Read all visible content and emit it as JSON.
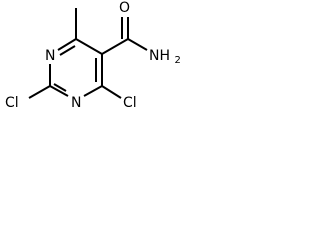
{
  "structure": {
    "atoms": {
      "ring_n_top": "N",
      "ring_n_bottom": "N",
      "chloro_left": "Cl",
      "chloro_right": "Cl",
      "amide_oxygen": "O",
      "amide_nitrogen": "NH2"
    },
    "label_parts": {
      "amide_nitrogen_base": "NH",
      "amide_nitrogen_subscript": "2"
    },
    "colors": {
      "bond": "#000000",
      "label": "#000000",
      "background": "#ffffff"
    }
  }
}
